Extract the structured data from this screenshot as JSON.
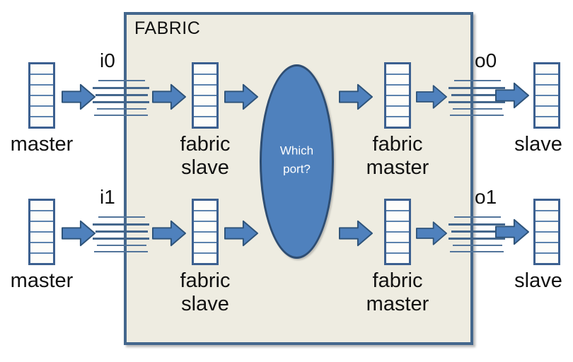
{
  "diagram": {
    "title": "FABRIC",
    "ellipse_label": "Which\nport?",
    "colors": {
      "accent_blue": "#4f81bd",
      "dark_blue_border": "#44678d",
      "fifo_border": "#3c6090",
      "fabric_background": "#eeece1",
      "page_background": "#ffffff",
      "label_text": "#111111",
      "ellipse_text": "#ffffff"
    },
    "rows": [
      {
        "master": "master",
        "input_port": "i0",
        "fabric_slave": "fabric\nslave",
        "fabric_master": "fabric\nmaster",
        "output_port": "o0",
        "slave": "slave"
      },
      {
        "master": "master",
        "input_port": "i1",
        "fabric_slave": "fabric\nslave",
        "fabric_master": "fabric\nmaster",
        "output_port": "o1",
        "slave": "slave"
      }
    ]
  }
}
